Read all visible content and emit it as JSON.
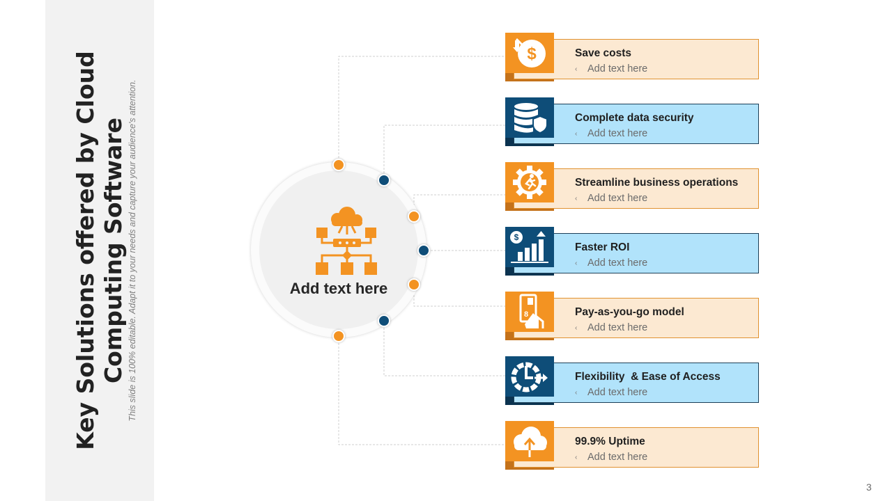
{
  "slide": {
    "title": "Key Solutions offered by Cloud Computing Software",
    "subtitle": "This slide is 100% editable. Adapt it to your needs and capture your audience's attention.",
    "page_number": "3"
  },
  "hub": {
    "text": "Add text here",
    "icon": "cloud-network-icon"
  },
  "items": [
    {
      "title": "Save costs",
      "bullet": "‹",
      "text": "Add text here",
      "icon": "dollar-down-icon",
      "theme": "orange"
    },
    {
      "title": "Complete data security",
      "bullet": "‹",
      "text": "Add text here",
      "icon": "database-shield-icon",
      "theme": "blue"
    },
    {
      "title": "Streamline business operations",
      "bullet": "‹",
      "text": "Add text here",
      "icon": "gear-runner-icon",
      "theme": "orange"
    },
    {
      "title": "Faster ROI",
      "bullet": "‹",
      "text": "Add text here",
      "icon": "bar-growth-icon",
      "theme": "blue"
    },
    {
      "title": "Pay-as-you-go model",
      "bullet": "‹",
      "text": "Add text here",
      "icon": "card-payment-icon",
      "theme": "orange"
    },
    {
      "title": "Flexibility  & Ease of Access",
      "bullet": "‹",
      "text": "Add text here",
      "icon": "clock-arrow-icon",
      "theme": "blue"
    },
    {
      "title": "99.9% Uptime",
      "bullet": "‹",
      "text": "Add text here",
      "icon": "cloud-upload-icon",
      "theme": "orange"
    }
  ],
  "colors": {
    "orange": "#f39322",
    "orange_card": "#fce9d2",
    "blue": "#0e4d78",
    "blue_card": "#b1e3fb",
    "sidebar": "#f2f2f2"
  }
}
